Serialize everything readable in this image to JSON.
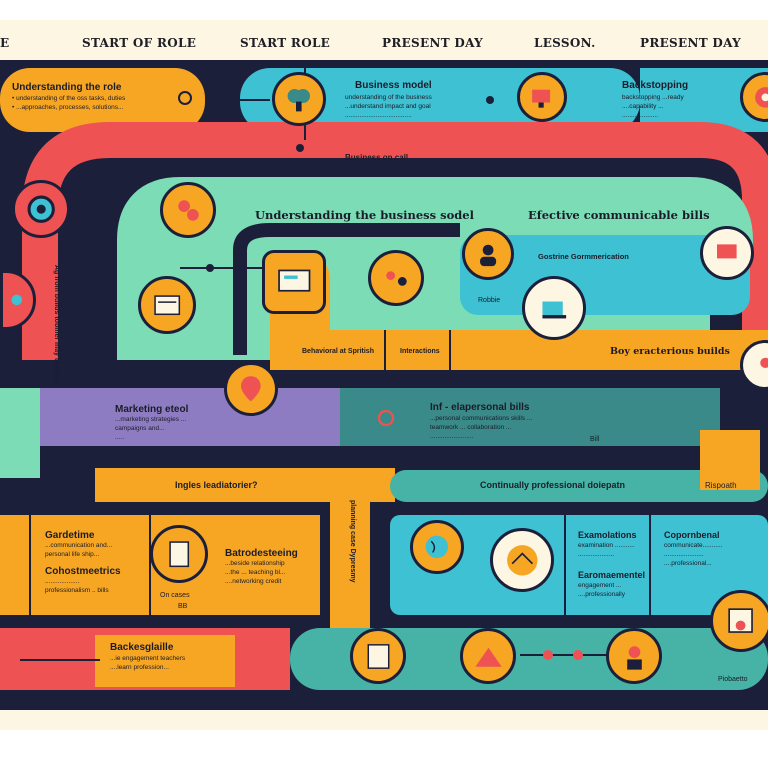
{
  "header": {
    "col1": "E",
    "col2": "START OF ROLE",
    "col3": "START ROLE",
    "col4": "PRESENT DAY",
    "col5": "LESSON.",
    "col6": "PRESENT DAY"
  },
  "row1": {
    "left_title": "Understanding the role",
    "left_lines": [
      "• understanding of the oss tasks, duties",
      "• ...approaches, processes, solutions..."
    ],
    "mid_title": "Business model",
    "mid_lines": [
      "understanding of the business",
      "...understand impact and goal",
      "....................................."
    ],
    "right_title": "Backstopping",
    "right_lines": [
      "backstopping ...ready",
      "....capability ...",
      "........ ..........."
    ],
    "red_label": "Business on call"
  },
  "row2": {
    "title_left": "Understanding the business sodel",
    "title_right": "Efective communicable bills",
    "sub_right": "Gostrine Gormmerication",
    "caption_small": "Robbie",
    "caption_a": "...",
    "caption_b": "Behavioral at Spritish",
    "caption_c": "Interactions",
    "right_label": "Boy eracterious builds",
    "vertical_text": "Ag from builds tobmer may to 0 me"
  },
  "row3": {
    "marketing_title": "Marketing eteol",
    "marketing_lines": [
      "...marketing strategies ...",
      "campaigns and...",
      "....."
    ],
    "inter_title": "Inf - elapersonal bills",
    "inter_lines": [
      "...personal communications skills ...",
      "teamwork ... collaboration ...",
      "........................"
    ],
    "small": "Bill",
    "yellow_label": "Ingles leadiatorier?",
    "cont_label": "Continually professional doiepatn",
    "cont_right": "Rispoath"
  },
  "row4": {
    "left_title": "Gardetime",
    "left_lines": [
      "...communication and...",
      "personal life ship..."
    ],
    "left_title2": "Cohostmeetrics",
    "left_lines2": [
      "...................",
      "professionalism .. bills"
    ],
    "mid_title": "Batrodesteeing",
    "mid_lines": [
      "...beside relationship",
      "...the ... teaching bl...",
      "....networking credit"
    ],
    "mid_small": "On cases",
    "mid_small2": "BB",
    "vert_text": "planning case Dypresmy",
    "r_title1": "Examolations",
    "r_lines1": [
      "examination ...........",
      "...................."
    ],
    "r_title2": "Copornbenal",
    "r_lines2": [
      "communicate...........",
      "......................",
      "....professional..."
    ],
    "r_title3": "Earomaementel",
    "r_lines3": [
      "engagement ...",
      "....professionally"
    ]
  },
  "row5": {
    "title": "Backesglaille",
    "lines": [
      "...ie engagement teachers",
      "....learn profession..."
    ],
    "right_small": "Piobaetto"
  },
  "colors": {
    "navy": "#1b1f3a",
    "orange": "#f6a623",
    "red": "#ee5253",
    "teal": "#3dc1d3",
    "mint": "#7bdcb5",
    "purple": "#8e7cc3",
    "dark_teal": "#3a8a8a",
    "cream": "#fdf6e3",
    "sea": "#46b3a6"
  },
  "icons": [
    "gear-icon",
    "brain-icon",
    "computer-icon",
    "person-icon",
    "document-icon",
    "target-icon",
    "mountain-icon",
    "globe-icon",
    "chart-icon",
    "teamwork-icon"
  ]
}
